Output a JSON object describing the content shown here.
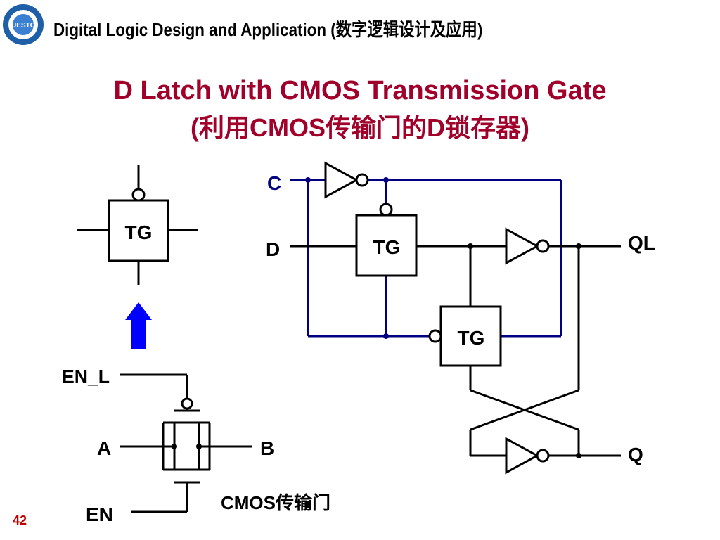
{
  "header": {
    "course_title": "Digital Logic Design and Application (数字逻辑设计及应用)"
  },
  "slide": {
    "title": "D Latch with CMOS Transmission Gate",
    "subtitle": "(利用CMOS传输门的D锁存器)",
    "page_number": "42"
  },
  "tg_symbol": {
    "label": "TG"
  },
  "cmos_gate": {
    "en_l_label": "EN_L",
    "en_label": "EN",
    "a_label": "A",
    "b_label": "B",
    "caption": "CMOS传输门"
  },
  "latch": {
    "c_label": "C",
    "d_label": "D",
    "ql_label": "QL",
    "q_label": "Q",
    "tg1_label": "TG",
    "tg2_label": "TG"
  },
  "colors": {
    "title": "#a0002a",
    "control_wire": "#000080",
    "arrow": "#0000ff",
    "page_number": "#c00000"
  }
}
